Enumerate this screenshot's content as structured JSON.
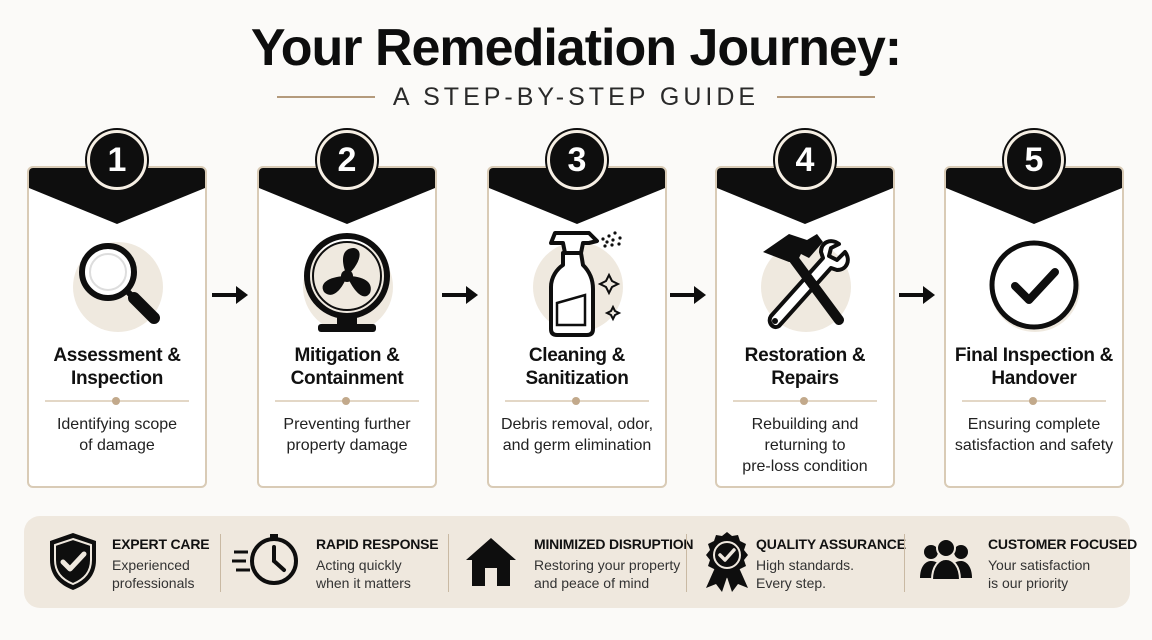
{
  "title": "Your Remediation Journey:",
  "subtitle": "A STEP-BY-STEP GUIDE",
  "steps": [
    {
      "number": "1",
      "title_line1": "Assessment &",
      "title_line2": "Inspection",
      "desc_line1": "Identifying scope",
      "desc_line2": "of damage",
      "desc_line3": "",
      "icon": "magnifying-glass-icon"
    },
    {
      "number": "2",
      "title_line1": "Mitigation &",
      "title_line2": "Containment",
      "desc_line1": "Preventing further",
      "desc_line2": "property damage",
      "desc_line3": "",
      "icon": "fan-icon"
    },
    {
      "number": "3",
      "title_line1": "Cleaning &",
      "title_line2": "Sanitization",
      "desc_line1": "Debris removal, odor,",
      "desc_line2": "and germ elimination",
      "desc_line3": "",
      "icon": "spray-bottle-icon"
    },
    {
      "number": "4",
      "title_line1": "Restoration &",
      "title_line2": "Repairs",
      "desc_line1": "Rebuilding and",
      "desc_line2": "returning to",
      "desc_line3": "pre-loss condition",
      "icon": "hammer-wrench-icon"
    },
    {
      "number": "5",
      "title_line1": "Final Inspection &",
      "title_line2": "Handover",
      "desc_line1": "Ensuring complete",
      "desc_line2": "satisfaction and safety",
      "desc_line3": "",
      "icon": "checkmark-circle-icon"
    }
  ],
  "features": [
    {
      "title": "EXPERT CARE",
      "desc_line1": "Experienced",
      "desc_line2": "professionals",
      "icon": "shield-check-icon"
    },
    {
      "title": "RAPID RESPONSE",
      "desc_line1": "Acting quickly",
      "desc_line2": "when it matters",
      "icon": "fast-clock-icon"
    },
    {
      "title": "MINIMIZED DISRUPTION",
      "desc_line1": "Restoring your property",
      "desc_line2": "and peace of mind",
      "icon": "house-icon"
    },
    {
      "title": "QUALITY ASSURANCE",
      "desc_line1": "High standards.",
      "desc_line2": "Every step.",
      "icon": "award-badge-icon"
    },
    {
      "title": "CUSTOMER FOCUSED",
      "desc_line1": "Your satisfaction",
      "desc_line2": "is our priority",
      "icon": "people-group-icon"
    }
  ],
  "colors": {
    "accent": "#b49a7c",
    "dark": "#0e0e0e",
    "card_border": "#d9cbb6",
    "bar_bg": "#efe8de"
  }
}
